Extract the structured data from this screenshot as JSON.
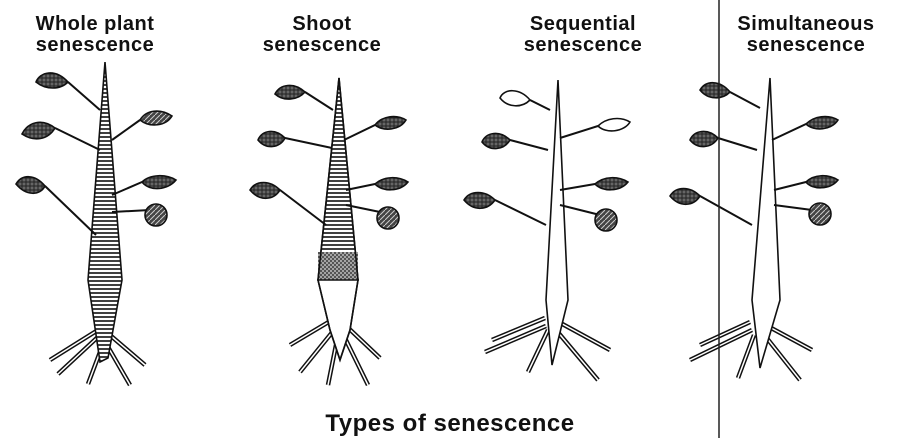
{
  "panels": [
    {
      "line1": "Whole plant",
      "line2": "senescence"
    },
    {
      "line1": "Shoot",
      "line2": "senescence"
    },
    {
      "line1": "Sequential",
      "line2": "senescence"
    },
    {
      "line1": "Simultaneous",
      "line2": "senescence"
    }
  ],
  "caption": "Types of senescence"
}
